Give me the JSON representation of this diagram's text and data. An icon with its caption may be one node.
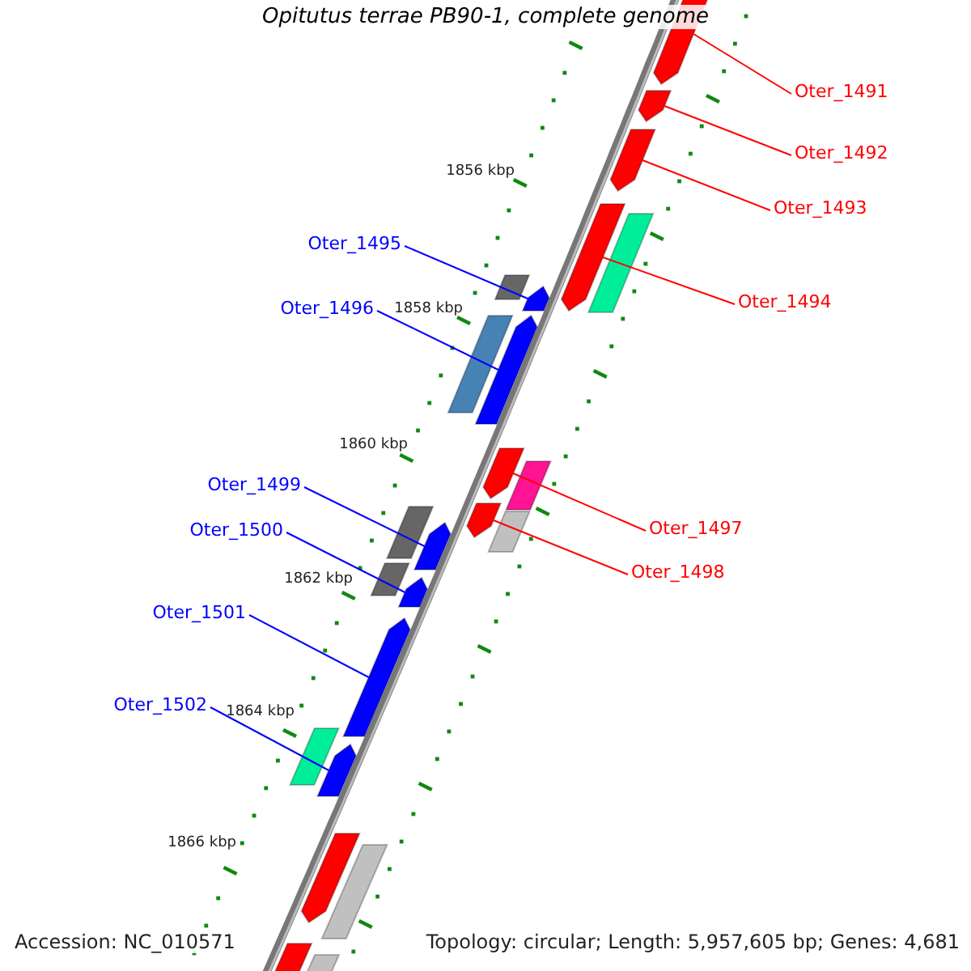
{
  "diagram": {
    "title": "Opitutus terrae PB90-1, complete genome",
    "nodes": [
      {
        "text": [
          "Oter_1491"
        ]
      },
      {
        "text": [
          "Oter_1492"
        ]
      },
      {
        "text": [
          "Oter_1493"
        ]
      },
      {
        "text": [
          "Oter_1494"
        ]
      },
      {
        "text": [
          "Oter_1495"
        ]
      },
      {
        "text": [
          "Oter_1496"
        ]
      },
      {
        "text": [
          "Oter_1497"
        ]
      },
      {
        "text": [
          "Oter_1498"
        ]
      },
      {
        "text": [
          "Oter_1499"
        ]
      },
      {
        "text": [
          "Oter_1500"
        ]
      },
      {
        "text": [
          "Oter_1501"
        ]
      },
      {
        "text": [
          "Oter_1502"
        ]
      },
      {
        "text": [],
        "shape": "arrow"
      },
      {
        "text": [],
        "shape": "arrow"
      },
      {
        "text": [],
        "shape": "arrow"
      },
      {
        "text": [],
        "shape": "arrow"
      },
      {
        "text": [],
        "shape": "box"
      },
      {
        "text": [],
        "shape": "box"
      },
      {
        "text": [],
        "shape": "arrow"
      },
      {
        "text": [],
        "shape": "box"
      },
      {
        "text": [],
        "shape": "arrow"
      },
      {
        "text": [],
        "shape": "arrow"
      },
      {
        "text": [],
        "shape": "arrow"
      },
      {
        "text": [],
        "shape": "box"
      },
      {
        "text": [],
        "shape": "box"
      },
      {
        "text": [],
        "shape": "box"
      },
      {
        "text": [],
        "shape": "arrow"
      },
      {
        "text": [],
        "shape": "box"
      },
      {
        "text": [],
        "shape": "arrow"
      },
      {
        "text": [],
        "shape": "arrow"
      },
      {
        "text": [],
        "shape": "box"
      },
      {
        "text": [],
        "shape": "arrow"
      },
      {
        "text": [],
        "shape": "arrow"
      },
      {
        "text": [],
        "shape": "box"
      },
      {
        "text": [],
        "shape": "arrow"
      },
      {
        "text": [],
        "shape": "box"
      }
    ],
    "edges": [
      {
        "from": 0,
        "to": 12,
        "arrow": "none",
        "color": "#ff0000"
      },
      {
        "from": 1,
        "to": 13,
        "arrow": "none",
        "color": "#ff0000"
      },
      {
        "from": 2,
        "to": 14,
        "arrow": "none",
        "color": "#ff0000"
      },
      {
        "from": 3,
        "to": 15,
        "arrow": "none",
        "color": "#ff0000"
      },
      {
        "from": 4,
        "to": 18,
        "arrow": "none",
        "color": "#0000ff"
      },
      {
        "from": 5,
        "to": 20,
        "arrow": "none",
        "color": "#0000ff"
      },
      {
        "from": 6,
        "to": 21,
        "arrow": "none",
        "color": "#ff0000"
      },
      {
        "from": 7,
        "to": 22,
        "arrow": "none",
        "color": "#ff0000"
      },
      {
        "from": 8,
        "to": 26,
        "arrow": "none",
        "color": "#0000ff"
      },
      {
        "from": 9,
        "to": 28,
        "arrow": "none",
        "color": "#0000ff"
      },
      {
        "from": 10,
        "to": 29,
        "arrow": "none",
        "color": "#0000ff"
      },
      {
        "from": 11,
        "to": 31,
        "arrow": "none",
        "color": "#0000ff"
      }
    ],
    "labels": [
      "1856 kbp",
      "1858 kbp",
      "1860 kbp",
      "1862 kbp",
      "1864 kbp",
      "1866 kbp",
      "Accession: NC_010571",
      "Topology: circular; Length: 5,957,605 bp; Genes: 4,681"
    ]
  }
}
